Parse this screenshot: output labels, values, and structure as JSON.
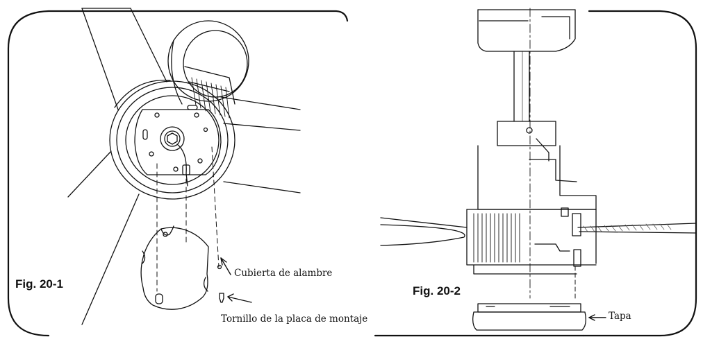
{
  "figures": [
    {
      "label": "Fig. 20-1",
      "callouts": [
        "Cubierta de alambre",
        "Tornillo de la placa de montaje"
      ]
    },
    {
      "label": "Fig. 20-2",
      "callouts": [
        "Tapa"
      ]
    }
  ],
  "colors": {
    "line": "#111111",
    "background": "#ffffff",
    "hatch": "#555555"
  }
}
